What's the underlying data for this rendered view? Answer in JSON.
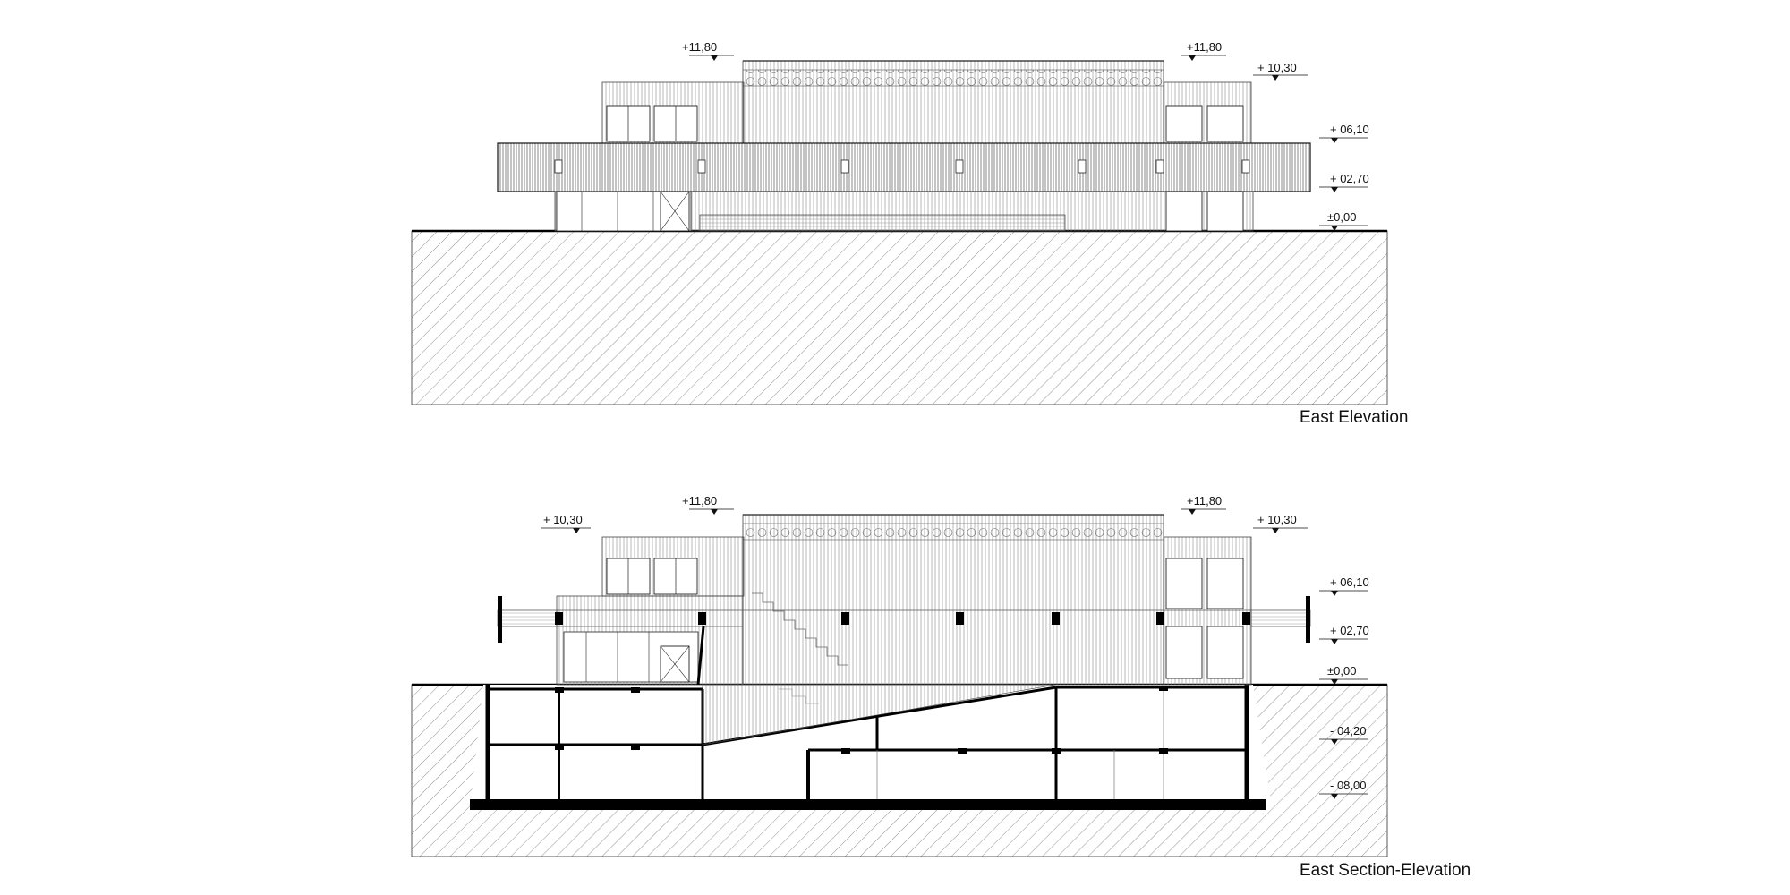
{
  "sheet": {
    "top_drawing": {
      "title": "East Elevation",
      "levels": {
        "roof_left": "+11,80",
        "roof_right": "+11,80",
        "upper_right": "+ 10,30",
        "first_floor": "+ 06,10",
        "band": "+ 02,70",
        "ground": "±0,00"
      }
    },
    "bottom_drawing": {
      "title": "East Section-Elevation",
      "levels": {
        "upper_left": "+ 10,30",
        "roof_left": "+11,80",
        "roof_right": "+11,80",
        "upper_right": "+ 10,30",
        "first_floor": "+ 06,10",
        "band": "+ 02,70",
        "ground": "±0,00",
        "basement_1": "- 04,20",
        "basement_2": "- 08,00"
      }
    }
  }
}
